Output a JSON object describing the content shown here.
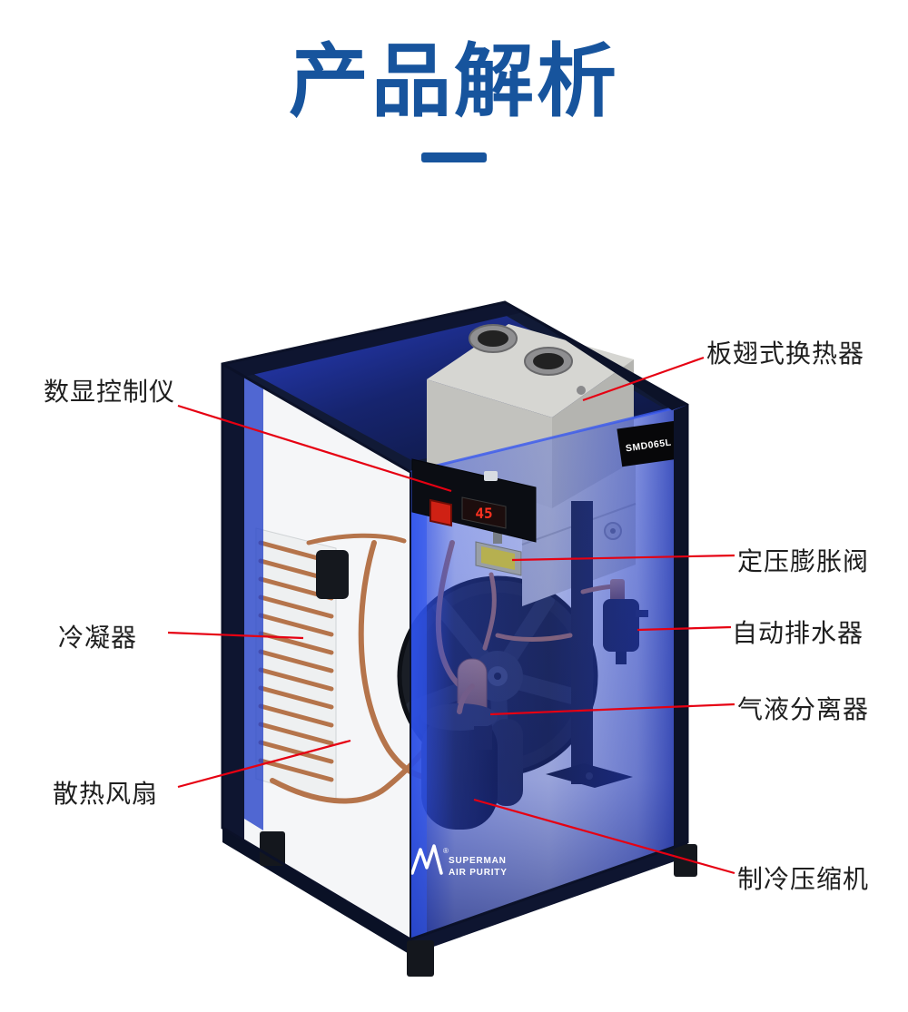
{
  "page": {
    "title": "产品解析"
  },
  "machine": {
    "model_label": "SMD065L",
    "display_value": "45",
    "brand_line1": "SUPERMAN",
    "brand_line2": "AIR PURITY"
  },
  "callouts": [
    {
      "id": "digital-controller",
      "label": "数显控制仪"
    },
    {
      "id": "plate-fin-heat-exchanger",
      "label": "板翅式换热器"
    },
    {
      "id": "constant-pressure-expansion-valve",
      "label": "定压膨胀阀"
    },
    {
      "id": "auto-drain",
      "label": "自动排水器"
    },
    {
      "id": "gas-liquid-separator",
      "label": "气液分离器"
    },
    {
      "id": "condenser",
      "label": "冷凝器"
    },
    {
      "id": "cooling-fan",
      "label": "散热风扇"
    },
    {
      "id": "refrigeration-compressor",
      "label": "制冷压缩机"
    }
  ],
  "colors": {
    "accent": "#17549d",
    "callout_line": "#e60012"
  }
}
